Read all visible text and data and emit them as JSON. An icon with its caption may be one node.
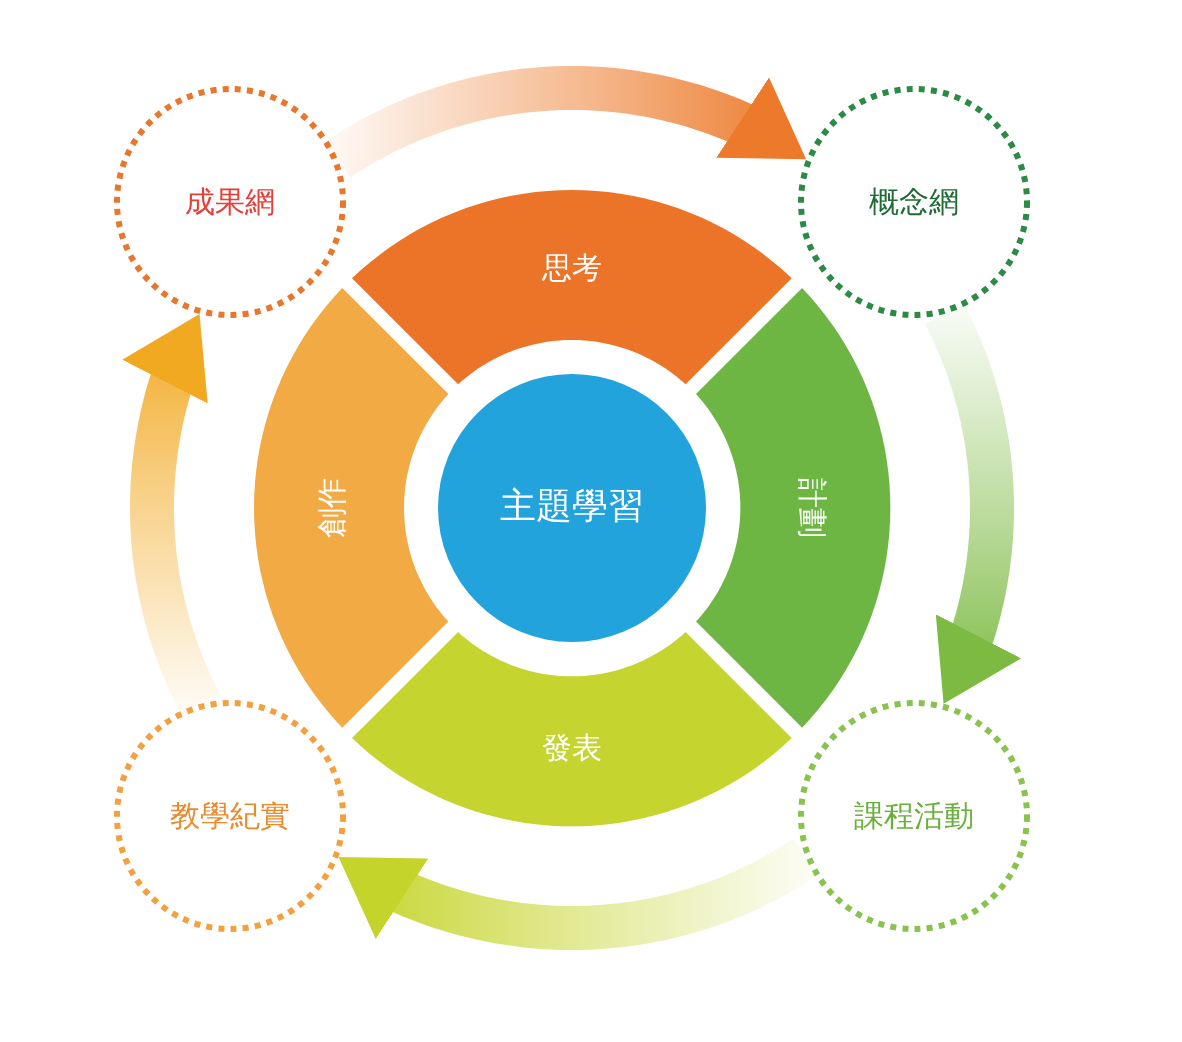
{
  "diagram": {
    "nodes": [
      {
        "text": [
          "成果網"
        ]
      },
      {
        "text": [
          "概念網"
        ]
      },
      {
        "text": [
          "思考"
        ]
      },
      {
        "text": [
          "創作"
        ]
      },
      {
        "text": [
          "主題學習"
        ]
      },
      {
        "text": [
          "計劃"
        ]
      },
      {
        "text": [
          "發表"
        ]
      },
      {
        "text": [
          "教學紀實"
        ]
      },
      {
        "text": [
          "課程活動"
        ]
      }
    ],
    "edges": [
      {
        "from": 0,
        "to": 1,
        "arrow": "to",
        "color": "#ec7a2a"
      },
      {
        "from": 1,
        "to": 8,
        "arrow": "to",
        "color": "#7cba42"
      },
      {
        "from": 8,
        "to": 7,
        "arrow": "to",
        "color": "#c5d42a"
      },
      {
        "from": 7,
        "to": 0,
        "arrow": "to",
        "color": "#f2a922"
      }
    ]
  }
}
